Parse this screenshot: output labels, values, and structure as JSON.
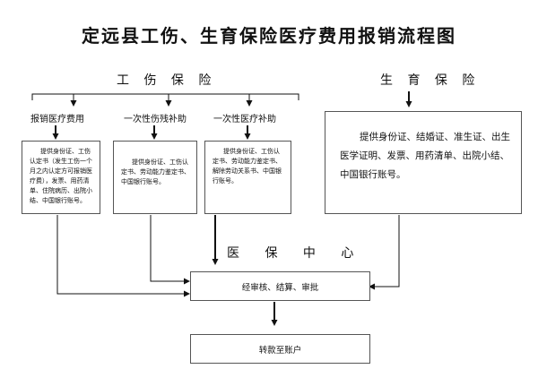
{
  "title": "定远县工伤、生育保险医疗费用报销流程图",
  "work_injury": {
    "heading": "工 伤 保 险",
    "branches": [
      {
        "label": "报销医疗费用",
        "text": "提供身份证、工伤认定书（发生工伤一个月之内认定方可报销医疗费），发票、用药清单、住院病历、出院小结、中国银行账号。"
      },
      {
        "label": "一次性伤残补助",
        "text": "提供身份证、工伤认定书、劳动能力鉴定书、中国银行账号。"
      },
      {
        "label": "一次性医疗补助",
        "text": "提供身份证、工伤认定书、劳动能力鉴定书、解除劳动关系书、中国银行账号。"
      }
    ]
  },
  "maternity": {
    "heading": "生 育 保 险",
    "text": "提供身份证、结婚证、准生证、出生医学证明、发票、用药清单、出院小结、中国银行账号。"
  },
  "hub": "医 保 中 心",
  "process": "经审核、结算、审批",
  "payout": "转款至账户"
}
